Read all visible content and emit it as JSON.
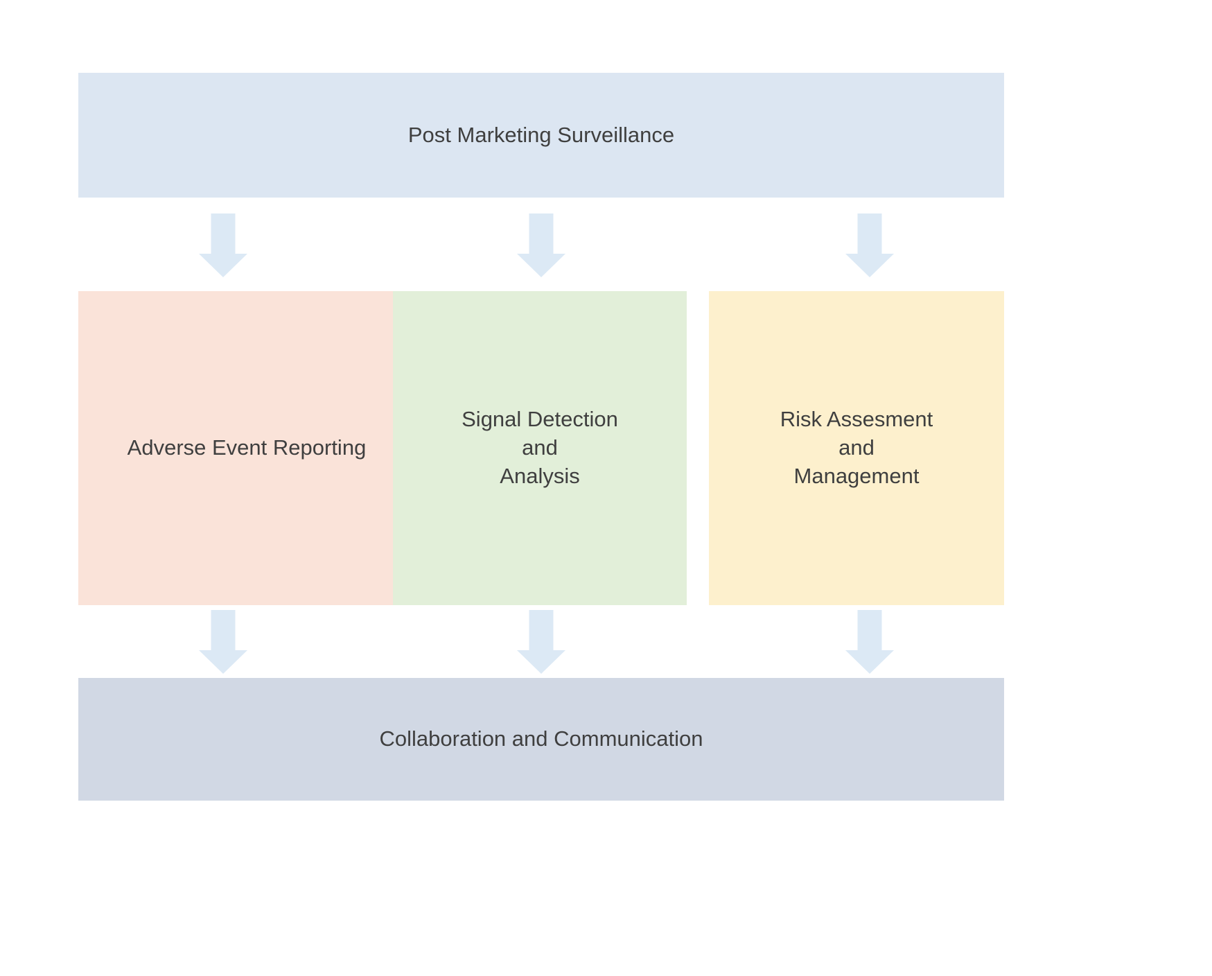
{
  "diagram": {
    "title_node": {
      "label": "Post Marketing Surveillance",
      "color": "#dce6f2"
    },
    "pillars": [
      {
        "id": "adverse-event-reporting",
        "label": "Adverse  Event Reporting",
        "color": "#fae3d9"
      },
      {
        "id": "signal-detection-and-analysis",
        "label": "Signal Detection\nand\nAnalysis",
        "color": "#e2efd9"
      },
      {
        "id": "risk-assesment-and-management",
        "label": "Risk Assesment\nand\nManagement",
        "color": "#fdf0cd"
      }
    ],
    "footer_node": {
      "label": "Collaboration and Communication",
      "color": "#d1d8e4"
    },
    "connectors": {
      "icon": "down-arrow-icon",
      "color": "#dce9f5",
      "count_top": 3,
      "count_bottom": 3
    },
    "text_color": "#3f3f3f",
    "background": "#ffffff"
  }
}
